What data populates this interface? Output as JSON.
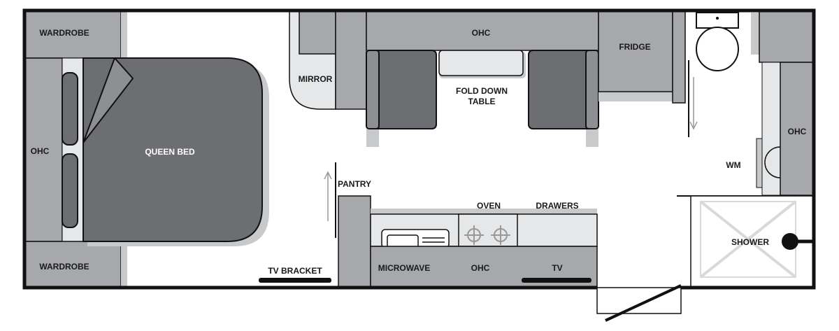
{
  "labels": {
    "wardrobe_top": "WARDROBE",
    "wardrobe_bottom": "WARDROBE",
    "ohc_left": "OHC",
    "queen_bed": "QUEEN BED",
    "mirror": "MIRROR",
    "ohc_top": "OHC",
    "fold_down_table_line1": "FOLD DOWN",
    "fold_down_table_line2": "TABLE",
    "fridge": "FRIDGE",
    "ohc_right": "OHC",
    "wm": "WM",
    "pantry": "PANTRY",
    "oven": "OVEN",
    "drawers": "DRAWERS",
    "microwave": "MICROWAVE",
    "ohc_bottom": "OHC",
    "tv": "TV",
    "tv_bracket": "TV BRACKET",
    "shower": "SHOWER"
  },
  "colors": {
    "wall": "#111111",
    "cabinet": "#a7a8ab",
    "bed": "#6d6e71",
    "shadow": "#c8c9cb",
    "light_fill": "#e6e7e8",
    "floor": "#ffffff"
  }
}
